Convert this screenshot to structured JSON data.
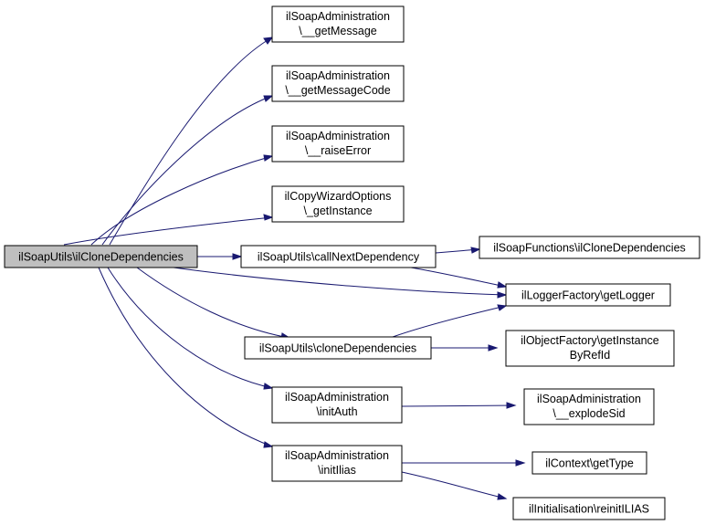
{
  "graph": {
    "edge_color": "#191970",
    "root_fill": "#bfbfbf",
    "nodes": {
      "root": {
        "lines": [
          "ilSoapUtils\\ilCloneDependencies"
        ]
      },
      "getMessage": {
        "lines": [
          "ilSoapAdministration",
          "\\__getMessage"
        ]
      },
      "getMessageCode": {
        "lines": [
          "ilSoapAdministration",
          "\\__getMessageCode"
        ]
      },
      "raiseError": {
        "lines": [
          "ilSoapAdministration",
          "\\__raiseError"
        ]
      },
      "copyWizard": {
        "lines": [
          "ilCopyWizardOptions",
          "\\_getInstance"
        ]
      },
      "callNext": {
        "lines": [
          "ilSoapUtils\\callNextDependency"
        ]
      },
      "soapFunctions": {
        "lines": [
          "ilSoapFunctions\\ilCloneDependencies"
        ]
      },
      "getLogger": {
        "lines": [
          "ilLoggerFactory\\getLogger"
        ]
      },
      "cloneDeps": {
        "lines": [
          "ilSoapUtils\\cloneDependencies"
        ]
      },
      "objectFactory": {
        "lines": [
          "ilObjectFactory\\getInstance",
          "ByRefId"
        ]
      },
      "initAuth": {
        "lines": [
          "ilSoapAdministration",
          "\\initAuth"
        ]
      },
      "explodeSid": {
        "lines": [
          "ilSoapAdministration",
          "\\__explodeSid"
        ]
      },
      "initIlias": {
        "lines": [
          "ilSoapAdministration",
          "\\initIlias"
        ]
      },
      "getType": {
        "lines": [
          "ilContext\\getType"
        ]
      },
      "reinit": {
        "lines": [
          "ilInitialisation\\reinitILIAS"
        ]
      }
    }
  }
}
